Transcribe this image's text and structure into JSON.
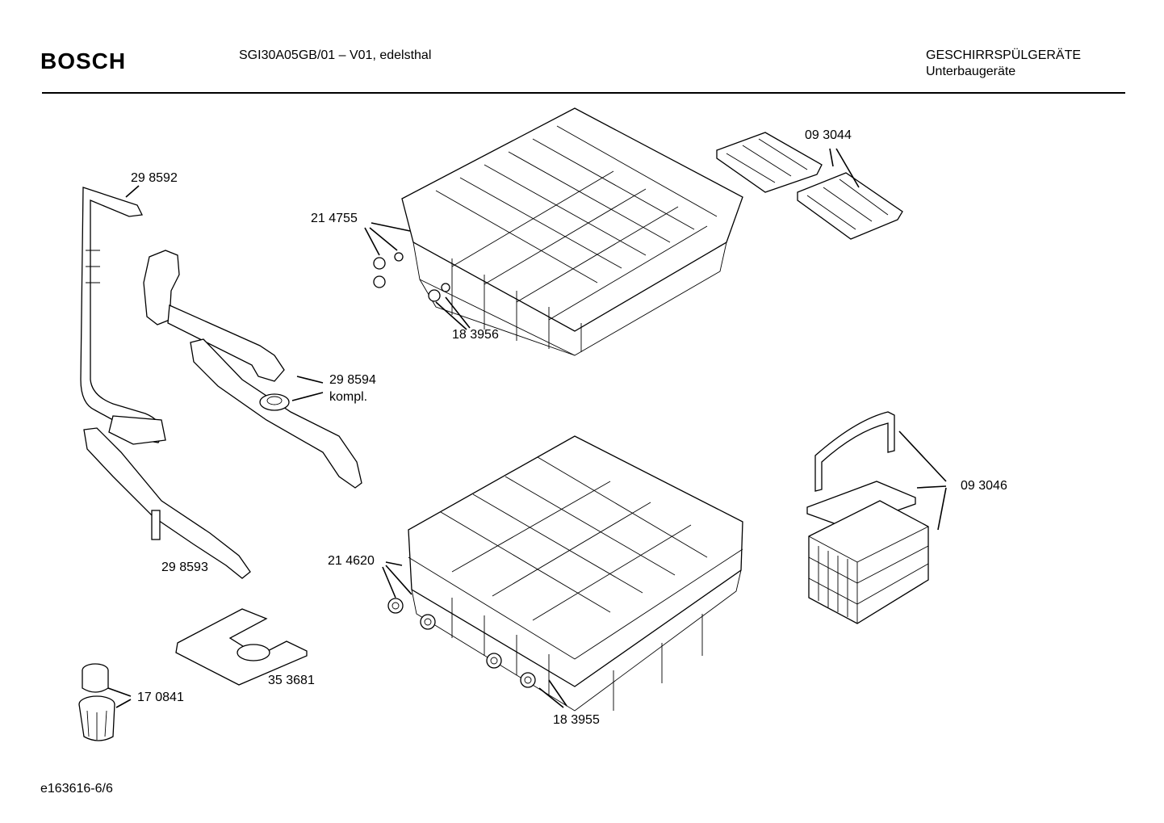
{
  "header": {
    "brand": "BOSCH",
    "model": "SGI30A05GB/01 – V01, edelsthal",
    "category_line1": "GESCHIRRSPÜLGERÄTE",
    "category_line2": "Unterbaugeräte"
  },
  "parts": {
    "p298592": "29 8592",
    "p214755": "21 4755",
    "p183956": "18 3956",
    "p093044": "09 3044",
    "p298594": "29 8594",
    "p298594_note": "kompl.",
    "p298593": "29 8593",
    "p214620": "21 4620",
    "p093046": "09 3046",
    "p353681": "35 3681",
    "p170841": "17 0841",
    "p183955": "18 3955"
  },
  "footer": {
    "drawing_id": "e163616-6/6"
  }
}
